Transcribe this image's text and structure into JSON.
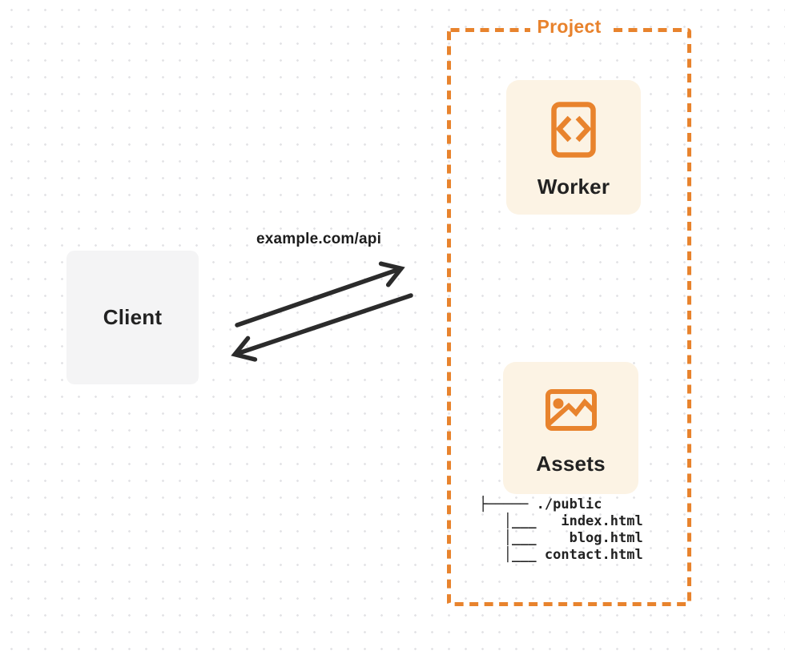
{
  "client": {
    "label": "Client"
  },
  "request": {
    "url_label": "example.com/api"
  },
  "project": {
    "label": "Project",
    "worker": {
      "label": "Worker",
      "icon": "code-file-icon"
    },
    "assets": {
      "label": "Assets",
      "icon": "image-icon"
    },
    "file_tree": {
      "lines": [
        "├───── ./public",
        "   │___   index.html",
        "   │___    blog.html",
        "   │___ contact.html"
      ]
    }
  },
  "colors": {
    "accent_orange": "#E8822C",
    "card_cream": "#FCF3E4",
    "client_gray": "#F4F4F5",
    "arrow_dark": "#2B2B2B",
    "text_dark": "#222222",
    "dot_gray": "#E3E3E6"
  }
}
